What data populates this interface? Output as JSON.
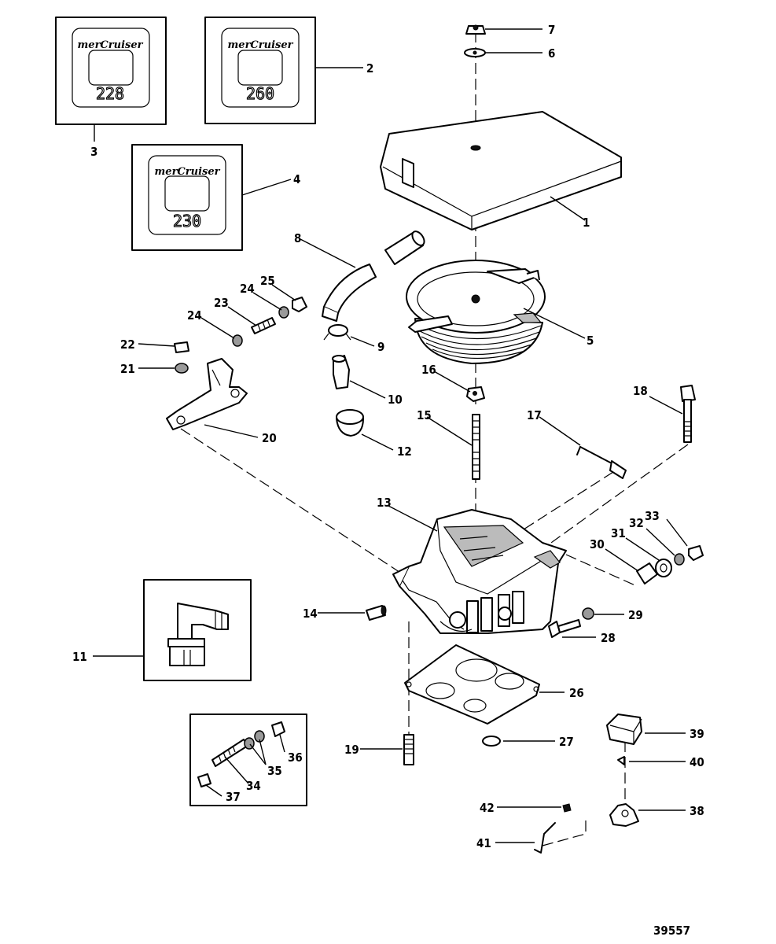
{
  "decals": [
    {
      "brand": "merCruiser",
      "model": "228"
    },
    {
      "brand": "merCruiser",
      "model": "260"
    },
    {
      "brand": "merCruiser",
      "model": "230"
    }
  ],
  "callouts": [
    "1",
    "2",
    "3",
    "4",
    "5",
    "6",
    "7",
    "8",
    "9",
    "10",
    "11",
    "12",
    "13",
    "14",
    "15",
    "16",
    "17",
    "18",
    "19",
    "20",
    "21",
    "22",
    "23",
    "24",
    "24",
    "25",
    "26",
    "27",
    "28",
    "29",
    "30",
    "31",
    "32",
    "33",
    "34",
    "35",
    "36",
    "37",
    "38",
    "39",
    "40",
    "41",
    "42"
  ],
  "figure_number": "39557"
}
